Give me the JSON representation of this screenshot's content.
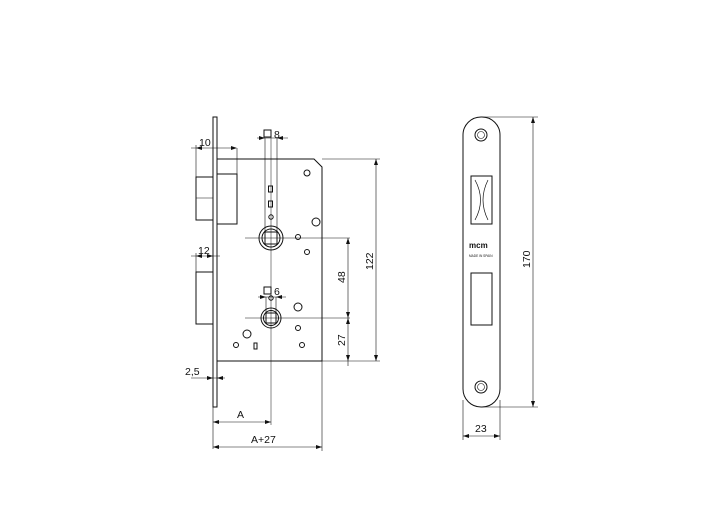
{
  "dimensions": {
    "backset_width": "10",
    "square_follower": "8",
    "faceplate_offset": "12",
    "square_small": "6",
    "faceplate_thickness": "2,5",
    "backset_a": "A",
    "backset_a27": "A+27",
    "distance_48": "48",
    "body_height": "122",
    "distance_27": "27",
    "faceplate_height": "170",
    "faceplate_width": "23"
  },
  "faceplate": {
    "logo": "mcm",
    "origin": "MADE IN SPAIN"
  },
  "colors": {
    "line": "#111111",
    "background": "#ffffff"
  }
}
